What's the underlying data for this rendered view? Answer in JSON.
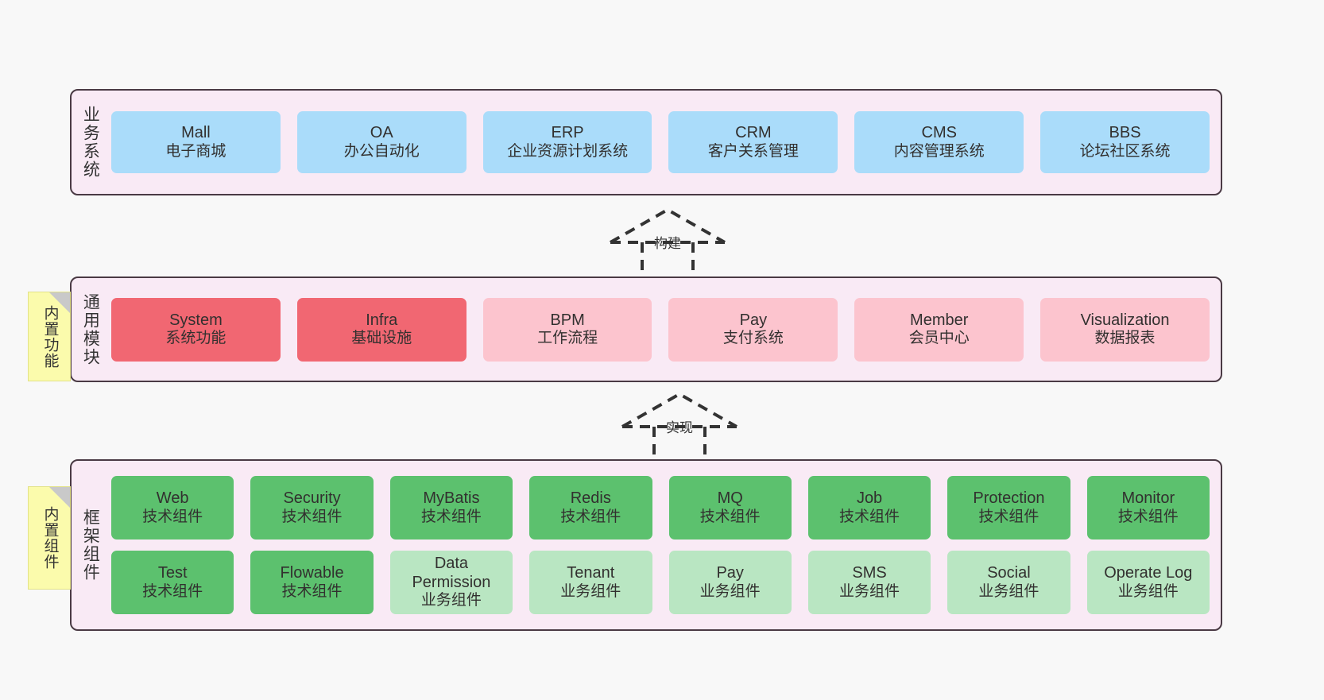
{
  "layers": [
    {
      "id": "business",
      "label": "业务系统",
      "rows": [
        [
          {
            "title": "Mall",
            "subtitle": "电子商城",
            "style": "primary"
          },
          {
            "title": "OA",
            "subtitle": "办公自动化",
            "style": "primary"
          },
          {
            "title": "ERP",
            "subtitle": "企业资源计划系统",
            "style": "primary"
          },
          {
            "title": "CRM",
            "subtitle": "客户关系管理",
            "style": "primary"
          },
          {
            "title": "CMS",
            "subtitle": "内容管理系统",
            "style": "primary"
          },
          {
            "title": "BBS",
            "subtitle": "论坛社区系统",
            "style": "primary"
          }
        ]
      ]
    },
    {
      "id": "modules",
      "label": "通用模块",
      "rows": [
        [
          {
            "title": "System",
            "subtitle": "系统功能",
            "style": "strong"
          },
          {
            "title": "Infra",
            "subtitle": "基础设施",
            "style": "strong"
          },
          {
            "title": "BPM",
            "subtitle": "工作流程",
            "style": "normal"
          },
          {
            "title": "Pay",
            "subtitle": "支付系统",
            "style": "normal"
          },
          {
            "title": "Member",
            "subtitle": "会员中心",
            "style": "normal"
          },
          {
            "title": "Visualization",
            "subtitle": "数据报表",
            "style": "normal"
          }
        ]
      ]
    },
    {
      "id": "framework",
      "label": "框架组件",
      "rows": [
        [
          {
            "title": "Web",
            "subtitle": "技术组件",
            "style": "tech"
          },
          {
            "title": "Security",
            "subtitle": "技术组件",
            "style": "tech"
          },
          {
            "title": "MyBatis",
            "subtitle": "技术组件",
            "style": "tech"
          },
          {
            "title": "Redis",
            "subtitle": "技术组件",
            "style": "tech"
          },
          {
            "title": "MQ",
            "subtitle": "技术组件",
            "style": "tech"
          },
          {
            "title": "Job",
            "subtitle": "技术组件",
            "style": "tech"
          },
          {
            "title": "Protection",
            "subtitle": "技术组件",
            "style": "tech"
          },
          {
            "title": "Monitor",
            "subtitle": "技术组件",
            "style": "tech"
          }
        ],
        [
          {
            "title": "Test",
            "subtitle": "技术组件",
            "style": "tech"
          },
          {
            "title": "Flowable",
            "subtitle": "技术组件",
            "style": "tech"
          },
          {
            "title": "Data Permission",
            "subtitle": "业务组件",
            "style": "biz"
          },
          {
            "title": "Tenant",
            "subtitle": "业务组件",
            "style": "biz"
          },
          {
            "title": "Pay",
            "subtitle": "业务组件",
            "style": "biz"
          },
          {
            "title": "SMS",
            "subtitle": "业务组件",
            "style": "biz"
          },
          {
            "title": "Social",
            "subtitle": "业务组件",
            "style": "biz"
          },
          {
            "title": "Operate Log",
            "subtitle": "业务组件",
            "style": "biz"
          }
        ]
      ]
    }
  ],
  "notes": [
    {
      "id": "builtin-features",
      "text": "内置功能"
    },
    {
      "id": "builtin-components",
      "text": "内置组件"
    }
  ],
  "connectors": [
    {
      "id": "build",
      "label": "构建",
      "from": "modules",
      "to": "business",
      "kind": "dashed-realization-arrow"
    },
    {
      "id": "implement",
      "label": "实现",
      "from": "framework",
      "to": "modules",
      "kind": "dashed-realization-arrow"
    }
  ],
  "colors": {
    "canvas_background": "#f8f8f8",
    "layer_background": "#f9eaf5",
    "layer_border": "#4a3a44",
    "business_box": "#aadcfa",
    "module_box": "#fcc4ce",
    "module_box_strong": "#f16772",
    "tech_component_box": "#5cc16e",
    "business_component_box": "#b9e6c2",
    "note_background": "#fbfbac",
    "note_fold": "#c9c9c9",
    "connector": "#333333",
    "text": "#32302f"
  }
}
